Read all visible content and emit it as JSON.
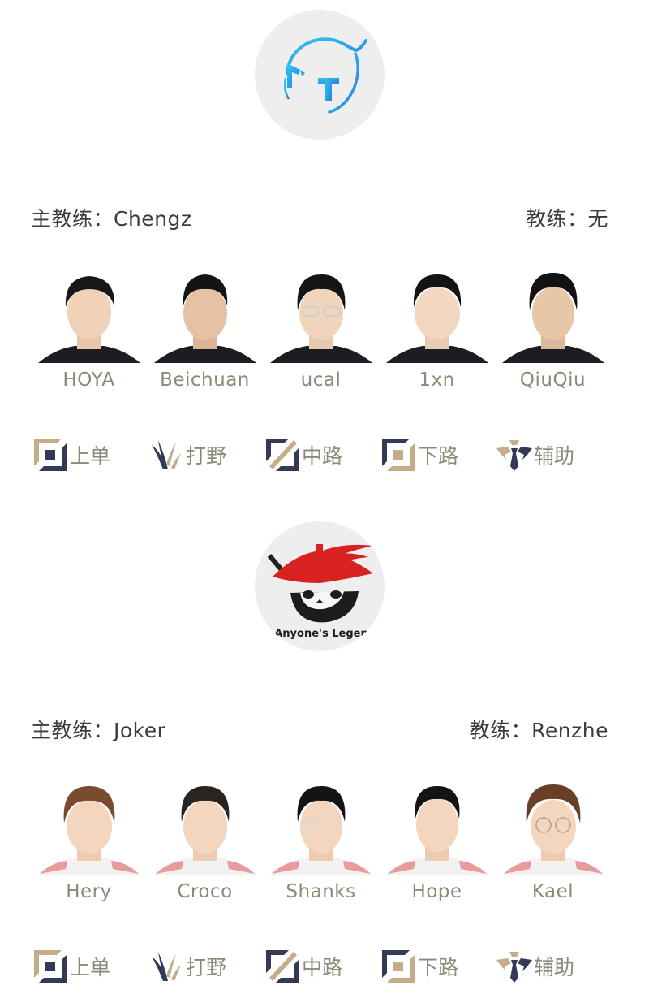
{
  "colors": {
    "navy": "#343a55",
    "gold": "#c4ad88",
    "name_text": "#8b8a76",
    "coach_text": "#3c3c3c",
    "tt_blue": "#2db4ea",
    "al_red": "#d8221f"
  },
  "teams": [
    {
      "logo_icon": "tt-team-logo",
      "head_coach_label": "主教练：Chengz",
      "coach_label": "教练：无",
      "jersey": "black",
      "players": [
        {
          "name": "HOYA",
          "role": "上单"
        },
        {
          "name": "Beichuan",
          "role": "打野"
        },
        {
          "name": "ucal",
          "role": "中路"
        },
        {
          "name": "1xn",
          "role": "下路"
        },
        {
          "name": "QiuQiu",
          "role": "辅助"
        }
      ],
      "roles": [
        {
          "icon": "top-lane-icon",
          "label": "上单"
        },
        {
          "icon": "jungle-icon",
          "label": "打野"
        },
        {
          "icon": "mid-lane-icon",
          "label": "中路"
        },
        {
          "icon": "bot-lane-icon",
          "label": "下路"
        },
        {
          "icon": "support-icon",
          "label": "辅助"
        }
      ]
    },
    {
      "logo_icon": "anyones-legend-logo",
      "logo_text": "Anyone's Legen",
      "head_coach_label": "主教练：Joker",
      "coach_label": "教练：Renzhe",
      "jersey": "white-pink",
      "players": [
        {
          "name": "Hery",
          "role": "上单"
        },
        {
          "name": "Croco",
          "role": "打野"
        },
        {
          "name": "Shanks",
          "role": "中路"
        },
        {
          "name": "Hope",
          "role": "下路"
        },
        {
          "name": "Kael",
          "role": "辅助"
        }
      ],
      "roles": [
        {
          "icon": "top-lane-icon",
          "label": "上单"
        },
        {
          "icon": "jungle-icon",
          "label": "打野"
        },
        {
          "icon": "mid-lane-icon",
          "label": "中路"
        },
        {
          "icon": "bot-lane-icon",
          "label": "下路"
        },
        {
          "icon": "support-icon",
          "label": "辅助"
        }
      ]
    }
  ]
}
